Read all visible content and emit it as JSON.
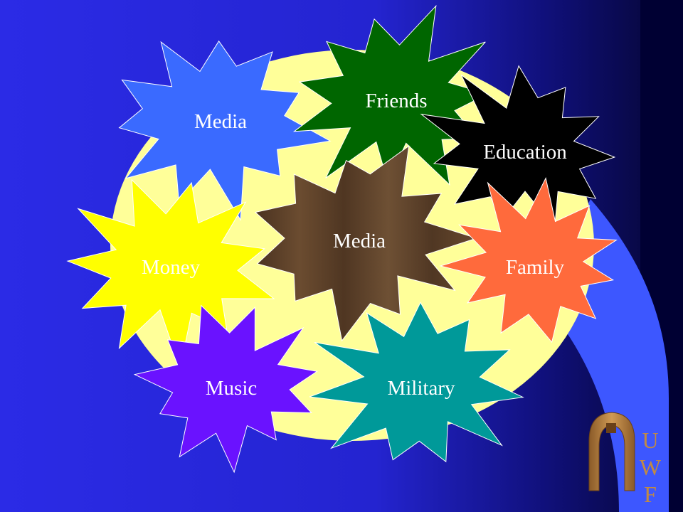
{
  "slide": {
    "background_gradient": [
      "#2b2be6",
      "#2424d0",
      "#10107a",
      "#050530"
    ],
    "ellipse_color": "#ffff99",
    "swoosh_color": "#3d57ff"
  },
  "bursts": [
    {
      "name": "media-top",
      "label": "Media",
      "fill": "#3a6aff",
      "text_color": "#ffffff"
    },
    {
      "name": "friends",
      "label": "Friends",
      "fill": "#006600",
      "text_color": "#ffffff"
    },
    {
      "name": "education",
      "label": "Education",
      "fill": "#000000",
      "text_color": "#ffffff"
    },
    {
      "name": "media-center",
      "label": "Media",
      "fill": "#5a3e24",
      "text_color": "#ffffff"
    },
    {
      "name": "money",
      "label": "Money",
      "fill": "#ffff00",
      "text_color": "#ffffff"
    },
    {
      "name": "family",
      "label": "Family",
      "fill": "#ff6a3c",
      "text_color": "#ffffff"
    },
    {
      "name": "music",
      "label": "Music",
      "fill": "#6a12ff",
      "text_color": "#ffffff"
    },
    {
      "name": "military",
      "label": "Military",
      "fill": "#009999",
      "text_color": "#ffffff"
    }
  ],
  "logo": {
    "letters": [
      "U",
      "W",
      "F"
    ],
    "arch_color": "#b07a3c",
    "letter_color": "#c08a44"
  }
}
